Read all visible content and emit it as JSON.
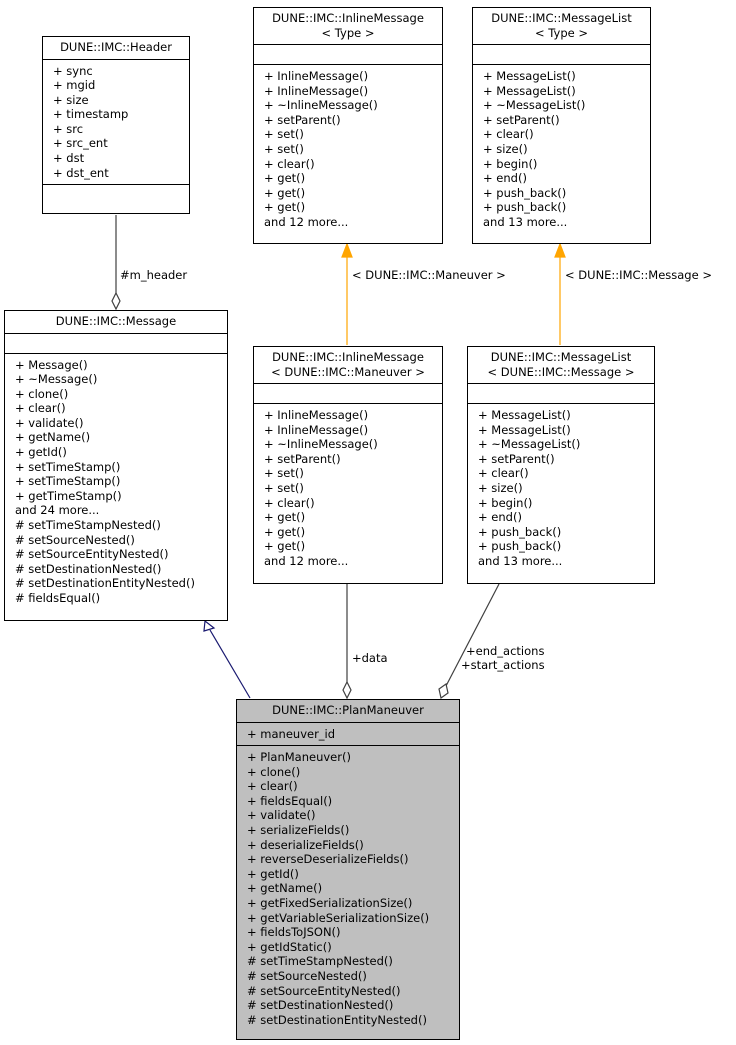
{
  "colors": {
    "inherit": "#191970",
    "template": "#ffa500",
    "usage": "#404040",
    "focus_fill": "#bfbfbf"
  },
  "classes": {
    "header": {
      "title": [
        "DUNE::IMC::Header"
      ],
      "attributes": [
        "+ sync",
        "+ mgid",
        "+ size",
        "+ timestamp",
        "+ src",
        "+ src_ent",
        "+ dst",
        "+ dst_ent"
      ],
      "methods": []
    },
    "inline_tpl": {
      "title": [
        "DUNE::IMC::InlineMessage",
        "< Type >"
      ],
      "attributes": [],
      "methods": [
        "+ InlineMessage()",
        "+ InlineMessage()",
        "+ ~InlineMessage()",
        "+ setParent()",
        "+ set()",
        "+ set()",
        "+ clear()",
        "+ get()",
        "+ get()",
        "+ get()",
        "and 12 more..."
      ]
    },
    "list_tpl": {
      "title": [
        "DUNE::IMC::MessageList",
        "< Type >"
      ],
      "attributes": [],
      "methods": [
        "+ MessageList()",
        "+ MessageList()",
        "+ ~MessageList()",
        "+ setParent()",
        "+ clear()",
        "+ size()",
        "+ begin()",
        "+ end()",
        "+ push_back()",
        "+ push_back()",
        "and 13 more..."
      ]
    },
    "message": {
      "title": [
        "DUNE::IMC::Message"
      ],
      "attributes": [],
      "methods": [
        "+ Message()",
        "+ ~Message()",
        "+ clone()",
        "+ clear()",
        "+ validate()",
        "+ getName()",
        "+ getId()",
        "+ setTimeStamp()",
        "+ setTimeStamp()",
        "+ getTimeStamp()",
        "and 24 more...",
        "# setTimeStampNested()",
        "# setSourceNested()",
        "# setSourceEntityNested()",
        "# setDestinationNested()",
        "# setDestinationEntityNested()",
        "# fieldsEqual()"
      ]
    },
    "inline_man": {
      "title": [
        "DUNE::IMC::InlineMessage",
        "< DUNE::IMC::Maneuver >"
      ],
      "attributes": [],
      "methods": [
        "+ InlineMessage()",
        "+ InlineMessage()",
        "+ ~InlineMessage()",
        "+ setParent()",
        "+ set()",
        "+ set()",
        "+ clear()",
        "+ get()",
        "+ get()",
        "+ get()",
        "and 12 more..."
      ]
    },
    "list_msg": {
      "title": [
        "DUNE::IMC::MessageList",
        "< DUNE::IMC::Message >"
      ],
      "attributes": [],
      "methods": [
        "+ MessageList()",
        "+ MessageList()",
        "+ ~MessageList()",
        "+ setParent()",
        "+ clear()",
        "+ size()",
        "+ begin()",
        "+ end()",
        "+ push_back()",
        "+ push_back()",
        "and 13 more..."
      ]
    },
    "plan": {
      "title": [
        "DUNE::IMC::PlanManeuver"
      ],
      "attributes": [
        "+ maneuver_id"
      ],
      "methods": [
        "+ PlanManeuver()",
        "+ clone()",
        "+ clear()",
        "+ fieldsEqual()",
        "+ validate()",
        "+ serializeFields()",
        "+ deserializeFields()",
        "+ reverseDeserializeFields()",
        "+ getId()",
        "+ getName()",
        "+ getFixedSerializationSize()",
        "+ getVariableSerializationSize()",
        "+ fieldsToJSON()",
        "+ getIdStatic()",
        "# setTimeStampNested()",
        "# setSourceNested()",
        "# setSourceEntityNested()",
        "# setDestinationNested()",
        "# setDestinationEntityNested()"
      ]
    }
  },
  "edge_labels": {
    "m_header": "#m_header",
    "maneuver_tpl": "< DUNE::IMC::Maneuver >",
    "message_tpl": "< DUNE::IMC::Message >",
    "data": "+data",
    "end_actions": "+end_actions",
    "start_actions": "+start_actions"
  }
}
